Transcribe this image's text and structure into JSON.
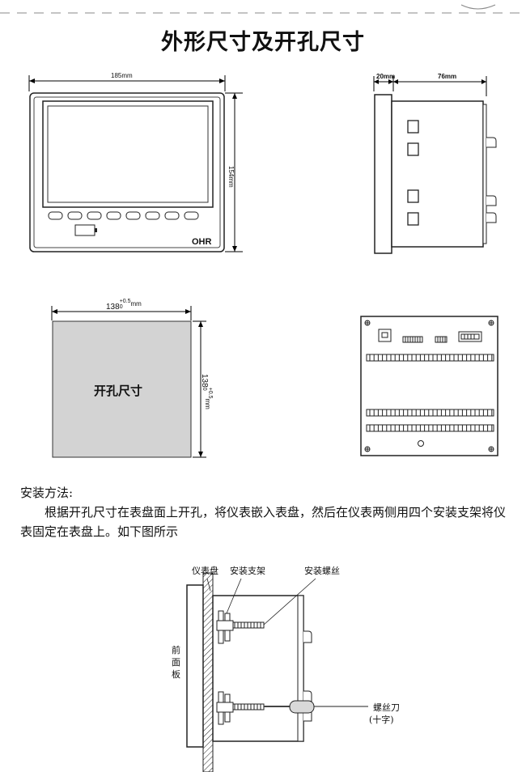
{
  "title": "外形尺寸及开孔尺寸",
  "front_view": {
    "width_label": "185mm",
    "height_label": "154mm",
    "brand": "OHR"
  },
  "side_view": {
    "depth_front_label": "20mm",
    "depth_body_label": "76mm"
  },
  "cutout": {
    "width_label": "138",
    "height_label": "138",
    "tolerance_upper": "+0.5",
    "tolerance_lower": "0",
    "unit": "mm",
    "center_text": "开孔尺寸"
  },
  "install": {
    "heading": "安装方法:",
    "body": "根据开孔尺寸在表盘面上开孔，将仪表嵌入表盘，然后在仪表两侧用四个安装支架将仪表固定在表盘上。如下图所示",
    "labels": {
      "panel": "仪表盘",
      "bracket": "安装支架",
      "screw": "安装螺丝",
      "front_panel": "前面板",
      "screwdriver": "螺丝刀",
      "cross": "(十字)"
    }
  }
}
